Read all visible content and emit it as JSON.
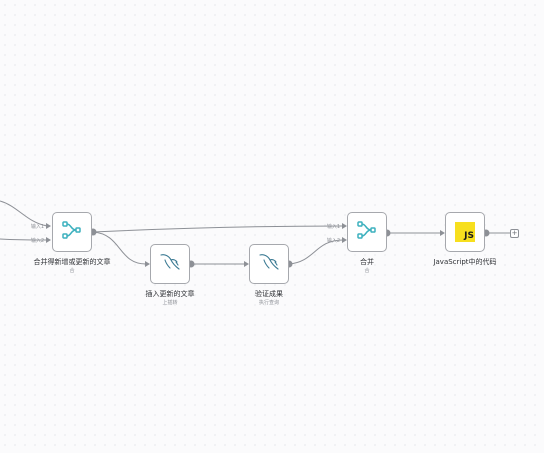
{
  "canvas": {
    "background": "#fbfbfc",
    "connector_color": "#8d9096",
    "node_border": "#a6a8ad",
    "accent_teal": "#3bb0be"
  },
  "nodes": {
    "merge_new_updated": {
      "title": "合并得新增或更新的文章",
      "subtitle": "合",
      "icon": "merge-icon",
      "inputs": [
        "输入1",
        "输入2"
      ]
    },
    "insert_updated": {
      "title": "插入更新的文章",
      "subtitle": "上插转",
      "icon": "mysql-dolphin-icon"
    },
    "verify_result": {
      "title": "验证成果",
      "subtitle": "执行查询",
      "icon": "mysql-dolphin-icon"
    },
    "merge": {
      "title": "合并",
      "subtitle": "合",
      "icon": "merge-icon",
      "inputs": [
        "输入1",
        "输入2"
      ]
    },
    "javascript_code": {
      "title": "JavaScript中的代码",
      "icon": "javascript-icon",
      "badge": "JS",
      "badge_color": "#f7df1e"
    }
  },
  "add_button": {
    "label": "+"
  }
}
